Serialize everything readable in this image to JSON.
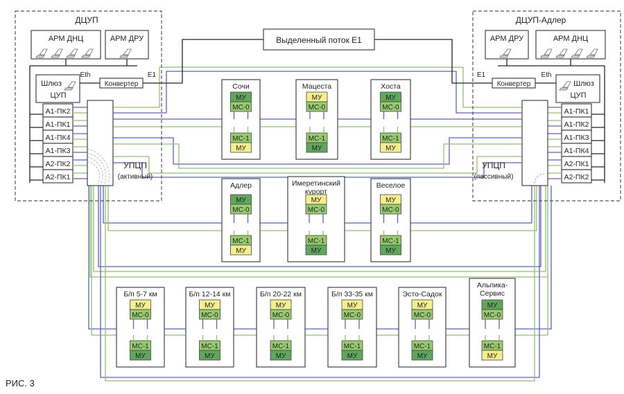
{
  "left_center": {
    "title": "ДЦУП",
    "arm_dnc": "АРМ ДНЦ",
    "arm_dru": "АРМ ДРУ",
    "gateway": [
      "Шлюз",
      "ЦУП"
    ],
    "eth": "Eth",
    "converter": "Конвертер",
    "e1": "E1",
    "ports": [
      "А1-ПК2",
      "А1-ПК1",
      "А1-ПК4",
      "А1-ПК3",
      "А2-ПК2",
      "А2-ПК1"
    ],
    "upcp": "УПЦП",
    "upcp_state": "(активный)"
  },
  "right_center": {
    "title": "ДЦУП-Адлер",
    "arm_dru": "АРМ ДРУ",
    "arm_dnc": "АРМ ДНЦ",
    "gateway": [
      "Шлюз",
      "ЦУП"
    ],
    "eth": "Eth",
    "converter": "Конвертер",
    "e1": "E1",
    "ports": [
      "А1-ПК1",
      "А1-ПК2",
      "А1-ПК3",
      "А1-ПК4",
      "А2-ПК1",
      "А2-ПК2"
    ],
    "upcp": "УПЦП",
    "upcp_state": "(пассивный)"
  },
  "dedicated_link": "Выделенный поток E1",
  "module_labels": {
    "mu": "МУ",
    "mc0": "МС-0",
    "mc1": "МС-1"
  },
  "colors": {
    "mu_active": "#5fa75b",
    "mc": "#97cc6e",
    "mu_standby": "#f4ef8c",
    "blue_line": "#5b5fc7",
    "green_line": "#8cc46a"
  },
  "stations": [
    {
      "name": [
        "Сочи"
      ],
      "top_mu": "active",
      "bottom_mu": "standby"
    },
    {
      "name": [
        "Мацеста"
      ],
      "top_mu": "standby",
      "bottom_mu": "active"
    },
    {
      "name": [
        "Хоста"
      ],
      "top_mu": "active",
      "bottom_mu": "standby"
    },
    {
      "name": [
        "Адлер"
      ],
      "top_mu": "active",
      "bottom_mu": "standby"
    },
    {
      "name": [
        "Имеретинский",
        "курорт"
      ],
      "top_mu": "standby",
      "bottom_mu": "active"
    },
    {
      "name": [
        "Веселое"
      ],
      "top_mu": "standby",
      "bottom_mu": "active"
    },
    {
      "name": [
        "Б/п 5-7 км"
      ],
      "top_mu": "standby",
      "bottom_mu": "active"
    },
    {
      "name": [
        "Б/п 12-14 км"
      ],
      "top_mu": "standby",
      "bottom_mu": "active"
    },
    {
      "name": [
        "Б/п 20-22 км"
      ],
      "top_mu": "standby",
      "bottom_mu": "active"
    },
    {
      "name": [
        "Б/п 33-35 км"
      ],
      "top_mu": "standby",
      "bottom_mu": "active"
    },
    {
      "name": [
        "Эсто-Садок"
      ],
      "top_mu": "standby",
      "bottom_mu": "active"
    },
    {
      "name": [
        "Альпика-",
        "Сервис"
      ],
      "top_mu": "active",
      "bottom_mu": "standby"
    }
  ],
  "caption": "РИС. 3"
}
